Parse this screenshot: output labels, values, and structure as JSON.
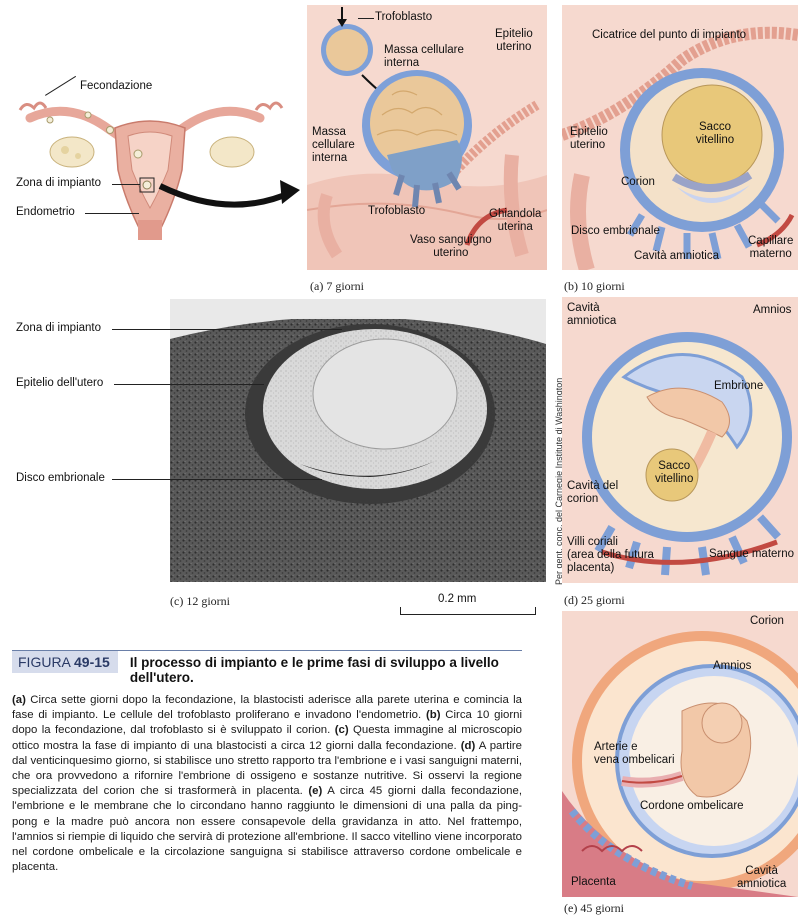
{
  "uterus": {
    "fecondazione": "Fecondazione",
    "zona_impianto": "Zona di impianto",
    "endometrio": "Endometrio"
  },
  "panel_a": {
    "trofoblasto_top": "Trofoblasto",
    "massa_top_1": "Massa cellulare",
    "massa_top_2": "interna",
    "epitelio_1": "Epitelio",
    "epitelio_2": "uterino",
    "massa_left_1": "Massa",
    "massa_left_2": "cellulare",
    "massa_left_3": "interna",
    "trofoblasto_bottom": "Trofoblasto",
    "ghiandola_1": "Ghiandola",
    "ghiandola_2": "uterina",
    "vaso_1": "Vaso sanguigno",
    "vaso_2": "uterino",
    "caption": "(a) 7 giorni"
  },
  "panel_b": {
    "cicatrice": "Cicatrice del punto di impianto",
    "epitelio_1": "Epitelio",
    "epitelio_2": "uterino",
    "sacco_1": "Sacco",
    "sacco_2": "vitellino",
    "corion": "Corion",
    "disco": "Disco embrionale",
    "cavita": "Cavità amniotica",
    "capillare_1": "Capillare",
    "capillare_2": "materno",
    "caption": "(b) 10 giorni"
  },
  "panel_c": {
    "zona_impianto": "Zona di impianto",
    "epitelio": "Epitelio  dell'utero",
    "disco": "Disco embrionale",
    "credit": "Per gent. conc. del Carnegie Institute di Washington",
    "scale": "0.2 mm",
    "caption": "(c) 12 giorni"
  },
  "panel_d": {
    "cavita_1": "Cavità",
    "cavita_2": "amniotica",
    "amnios": "Amnios",
    "embrione": "Embrione",
    "sacco_1": "Sacco",
    "sacco_2": "vitellino",
    "cavita_corion_1": "Cavità del",
    "cavita_corion_2": "corion",
    "villi_1": "Villi coriali",
    "villi_2": "(area della futura",
    "villi_3": "placenta)",
    "sangue": "Sangue materno",
    "caption": "(d) 25 giorni"
  },
  "panel_e": {
    "corion": "Corion",
    "amnios": "Amnios",
    "arterie_1": "Arterie e",
    "arterie_2": "vena ombelicari",
    "cordone": "Cordone ombelicare",
    "placenta": "Placenta",
    "cavita_1": "Cavità",
    "cavita_2": "amniotica",
    "caption": "(e) 45 giorni"
  },
  "figure": {
    "label": "FIGURA",
    "number": "49-15",
    "title": "Il processo di impianto e le prime fasi di sviluppo a livello dell'utero.",
    "a_tag": "(a)",
    "a_text": " Circa sette giorni dopo la fecondazione, la blastocisti aderisce alla parete uterina e comincia la fase di impianto. Le cellule del trofoblasto proliferano e invadono l'endometrio. ",
    "b_tag": "(b)",
    "b_text": " Circa 10 giorni dopo la fecondazione, dal trofoblasto si è sviluppato il corion. ",
    "c_tag": "(c)",
    "c_text": " Questa immagine al microscopio ottico mostra la fase di impianto di una blastocisti a circa 12 giorni dalla fecondazione. ",
    "d_tag": "(d)",
    "d_text": " A partire dal venticinquesimo giorno, si stabilisce uno stretto rapporto tra l'embrione e i vasi sanguigni materni, che ora provvedono a rifornire l'embrione di ossigeno e sostanze nutritive. Si osservi la regione specializzata del corion che si trasformerà in placenta. ",
    "e_tag": "(e)",
    "e_text": " A circa 45 giorni dalla fecondazione, l'embrione e le membrane che lo circondano hanno raggiunto le dimensioni di una palla da ping-pong e la madre può ancora non essere consapevole della gravidanza in atto. Nel frattempo, l'amnios si riempie di liquido che servirà di protezione all'embrione. Il sacco vitellino viene incorporato nel cordone ombelicale e la circolazione sanguigna si stabilisce attraverso cordone ombelicale e placenta."
  }
}
